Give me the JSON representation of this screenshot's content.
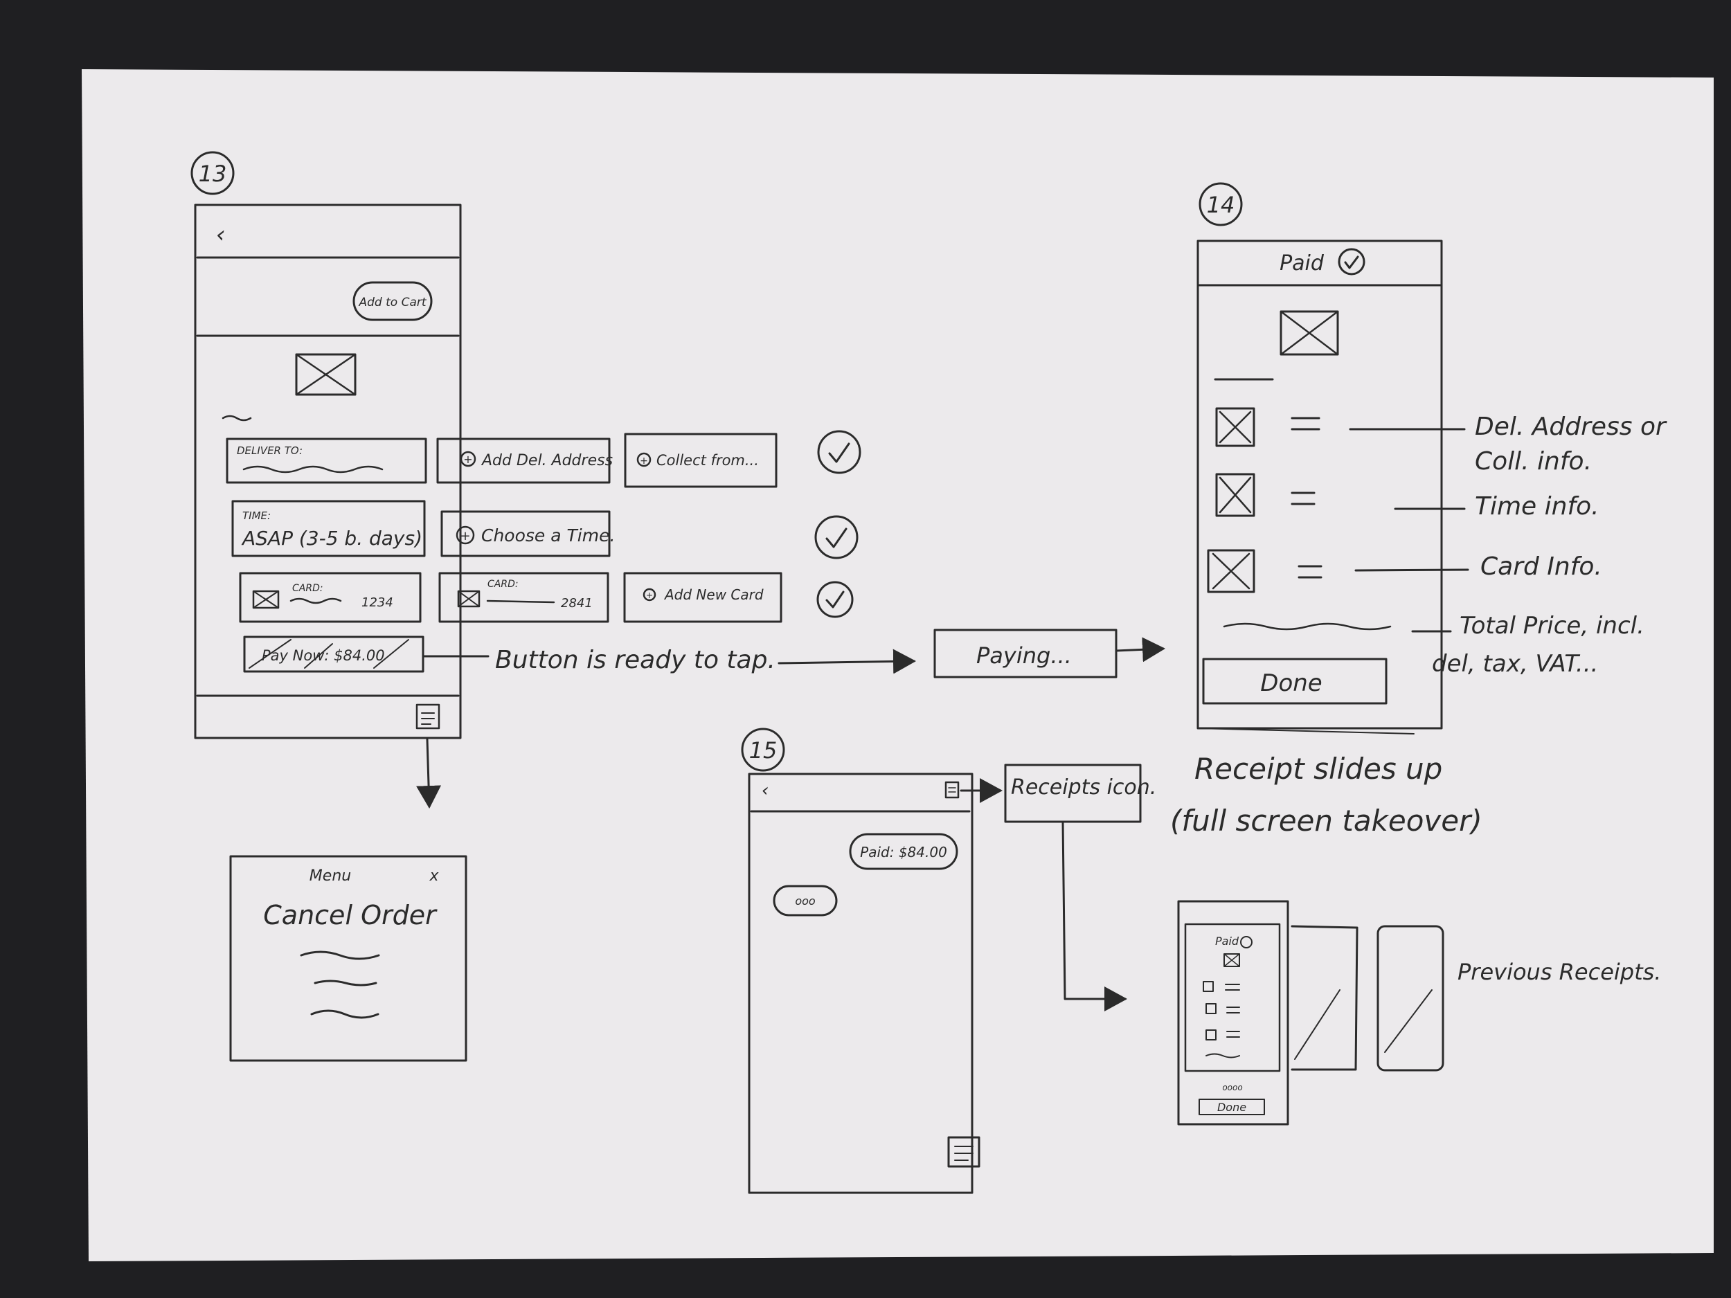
{
  "screens": {
    "s13": {
      "number": "13",
      "add_to_cart": "Add to Cart",
      "deliver_label": "DELIVER TO:",
      "add_del_address": "Add Del. Address",
      "collect_from": "Collect from...",
      "time_label": "TIME:",
      "time_value": "ASAP (3-5 b. days)",
      "choose_time": "Choose a Time.",
      "card_label": "CARD:",
      "card_1_number": "1234",
      "card_2_number": "2841",
      "add_new_card": "Add New Card",
      "pay_now": "Pay Now: $84.00"
    },
    "menu": {
      "title": "Menu",
      "close": "x",
      "cancel_order": "Cancel Order"
    },
    "s14": {
      "number": "14",
      "paid": "Paid",
      "done": "Done"
    },
    "s15": {
      "number": "15",
      "paid_bubble": "Paid: $84.00",
      "typing": "ooo"
    }
  },
  "annotations": {
    "button_ready": "Button is ready to tap.",
    "paying": "Paying...",
    "del_address": "Del. Address or",
    "coll_info": "Coll. info.",
    "time_info": "Time info.",
    "card_info": "Card Info.",
    "total_price_1": "Total Price, incl.",
    "total_price_2": "del, tax, VAT...",
    "receipts_icon": "Receipts icon.",
    "receipt_slides_1": "Receipt slides up",
    "receipt_slides_2": "(full screen takeover)",
    "previous_receipts": "Previous Receipts.",
    "mini_paid": "Paid",
    "mini_dots": "oooo",
    "mini_done": "Done"
  },
  "colors": {
    "paper": "#eceaec",
    "ink": "#2b2b2b",
    "background": "#1f1f22"
  }
}
